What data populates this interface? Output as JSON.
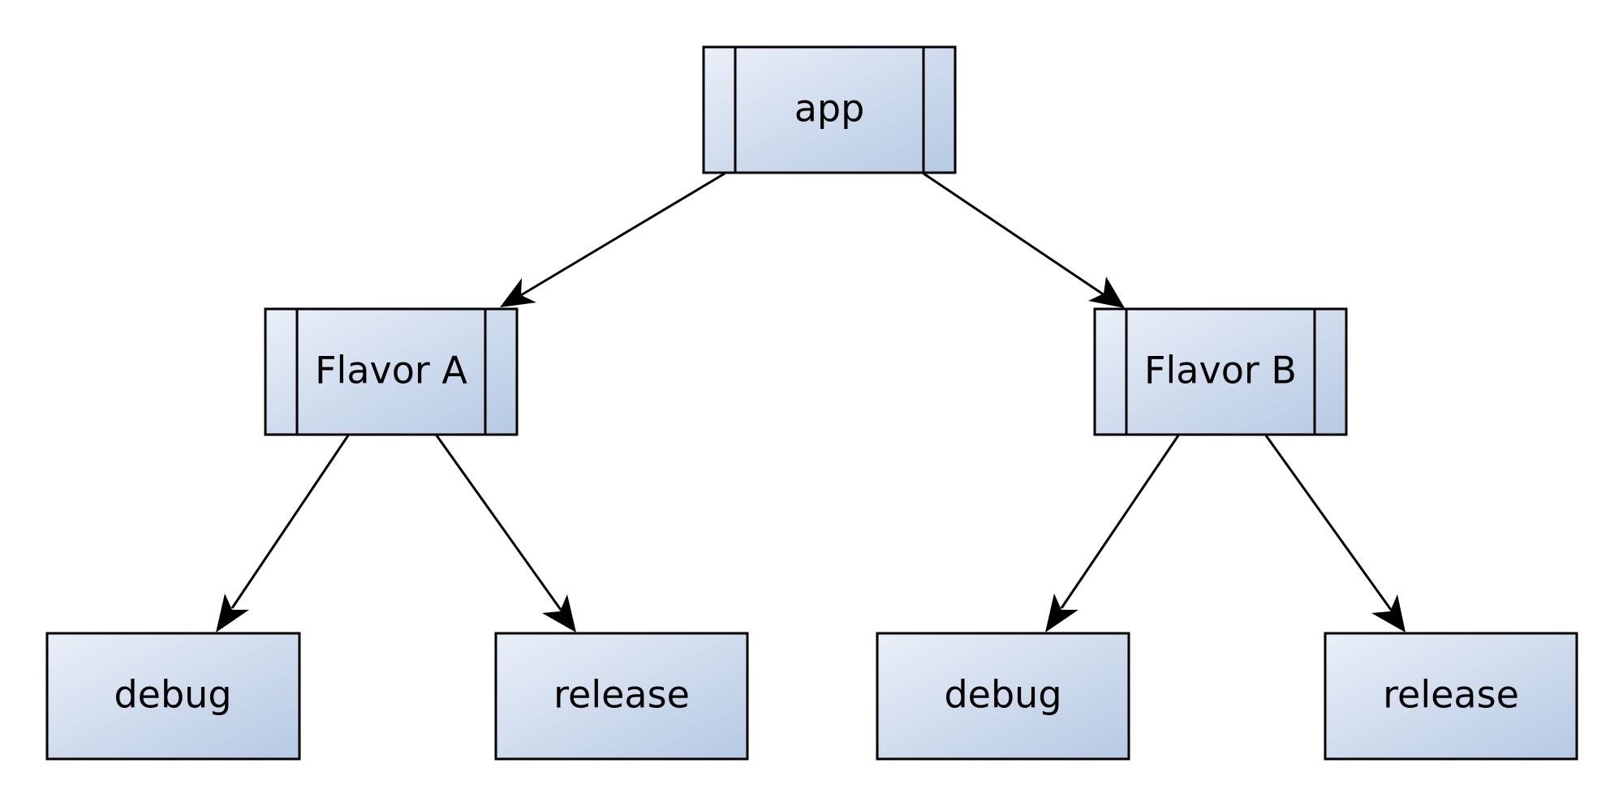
{
  "diagram": {
    "nodes": {
      "app": {
        "label": "app",
        "kind": "subprocess"
      },
      "flavor_a": {
        "label": "Flavor A",
        "kind": "subprocess"
      },
      "flavor_b": {
        "label": "Flavor B",
        "kind": "subprocess"
      },
      "flavor_a_debug": {
        "label": "debug",
        "kind": "process"
      },
      "flavor_a_release": {
        "label": "release",
        "kind": "process"
      },
      "flavor_b_debug": {
        "label": "debug",
        "kind": "process"
      },
      "flavor_b_release": {
        "label": "release",
        "kind": "process"
      }
    },
    "edges": [
      {
        "from": "app",
        "to": "flavor_a"
      },
      {
        "from": "app",
        "to": "flavor_b"
      },
      {
        "from": "flavor_a",
        "to": "flavor_a_debug"
      },
      {
        "from": "flavor_a",
        "to": "flavor_a_release"
      },
      {
        "from": "flavor_b",
        "to": "flavor_b_debug"
      },
      {
        "from": "flavor_b",
        "to": "flavor_b_release"
      }
    ],
    "colors": {
      "fill_light": "#eaeff8",
      "fill_dark": "#b6c9e3",
      "stroke": "#000000",
      "background": "#ffffff"
    }
  }
}
